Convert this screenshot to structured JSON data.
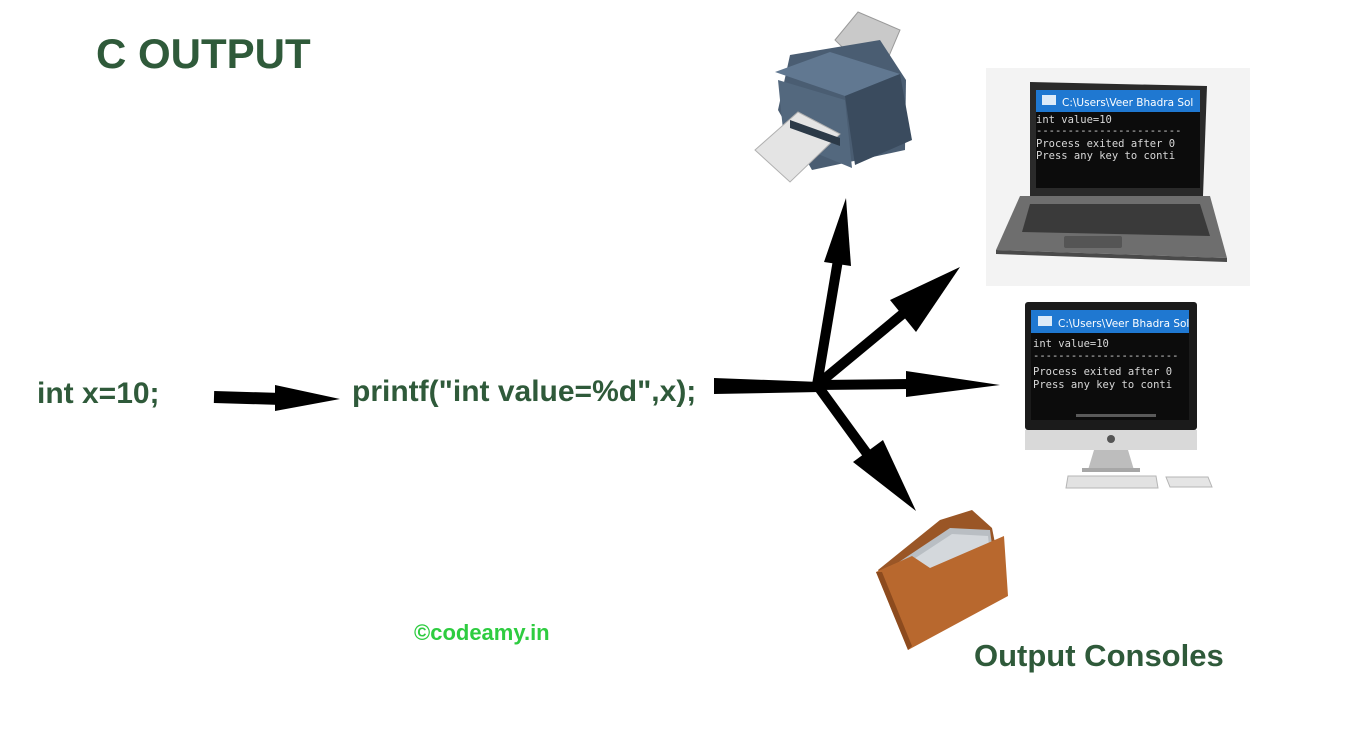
{
  "title": "C OUTPUT",
  "statement_declaration": "int x=10;",
  "statement_printf": "printf(\"int value=%d\",x);",
  "copyright": "©codeamy.in",
  "outputs_label": "Output Consoles",
  "console": {
    "window_title": "C:\\Users\\Veer Bhadra Sol",
    "line1": "int value=10",
    "line2": "-----------------------",
    "line3": "Process exited after 0",
    "line4": "Press any key to conti"
  },
  "colors": {
    "heading": "#2f5a3a",
    "copyright": "#2ecc40",
    "arrow": "#000000",
    "console_bg": "#0c0c0c",
    "console_titlebar": "#1f78d1",
    "folder": "#b8682e",
    "printer_body": "#4a5d72"
  },
  "icons": [
    "printer-icon",
    "laptop-icon",
    "desktop-computer-icon",
    "folder-icon"
  ]
}
